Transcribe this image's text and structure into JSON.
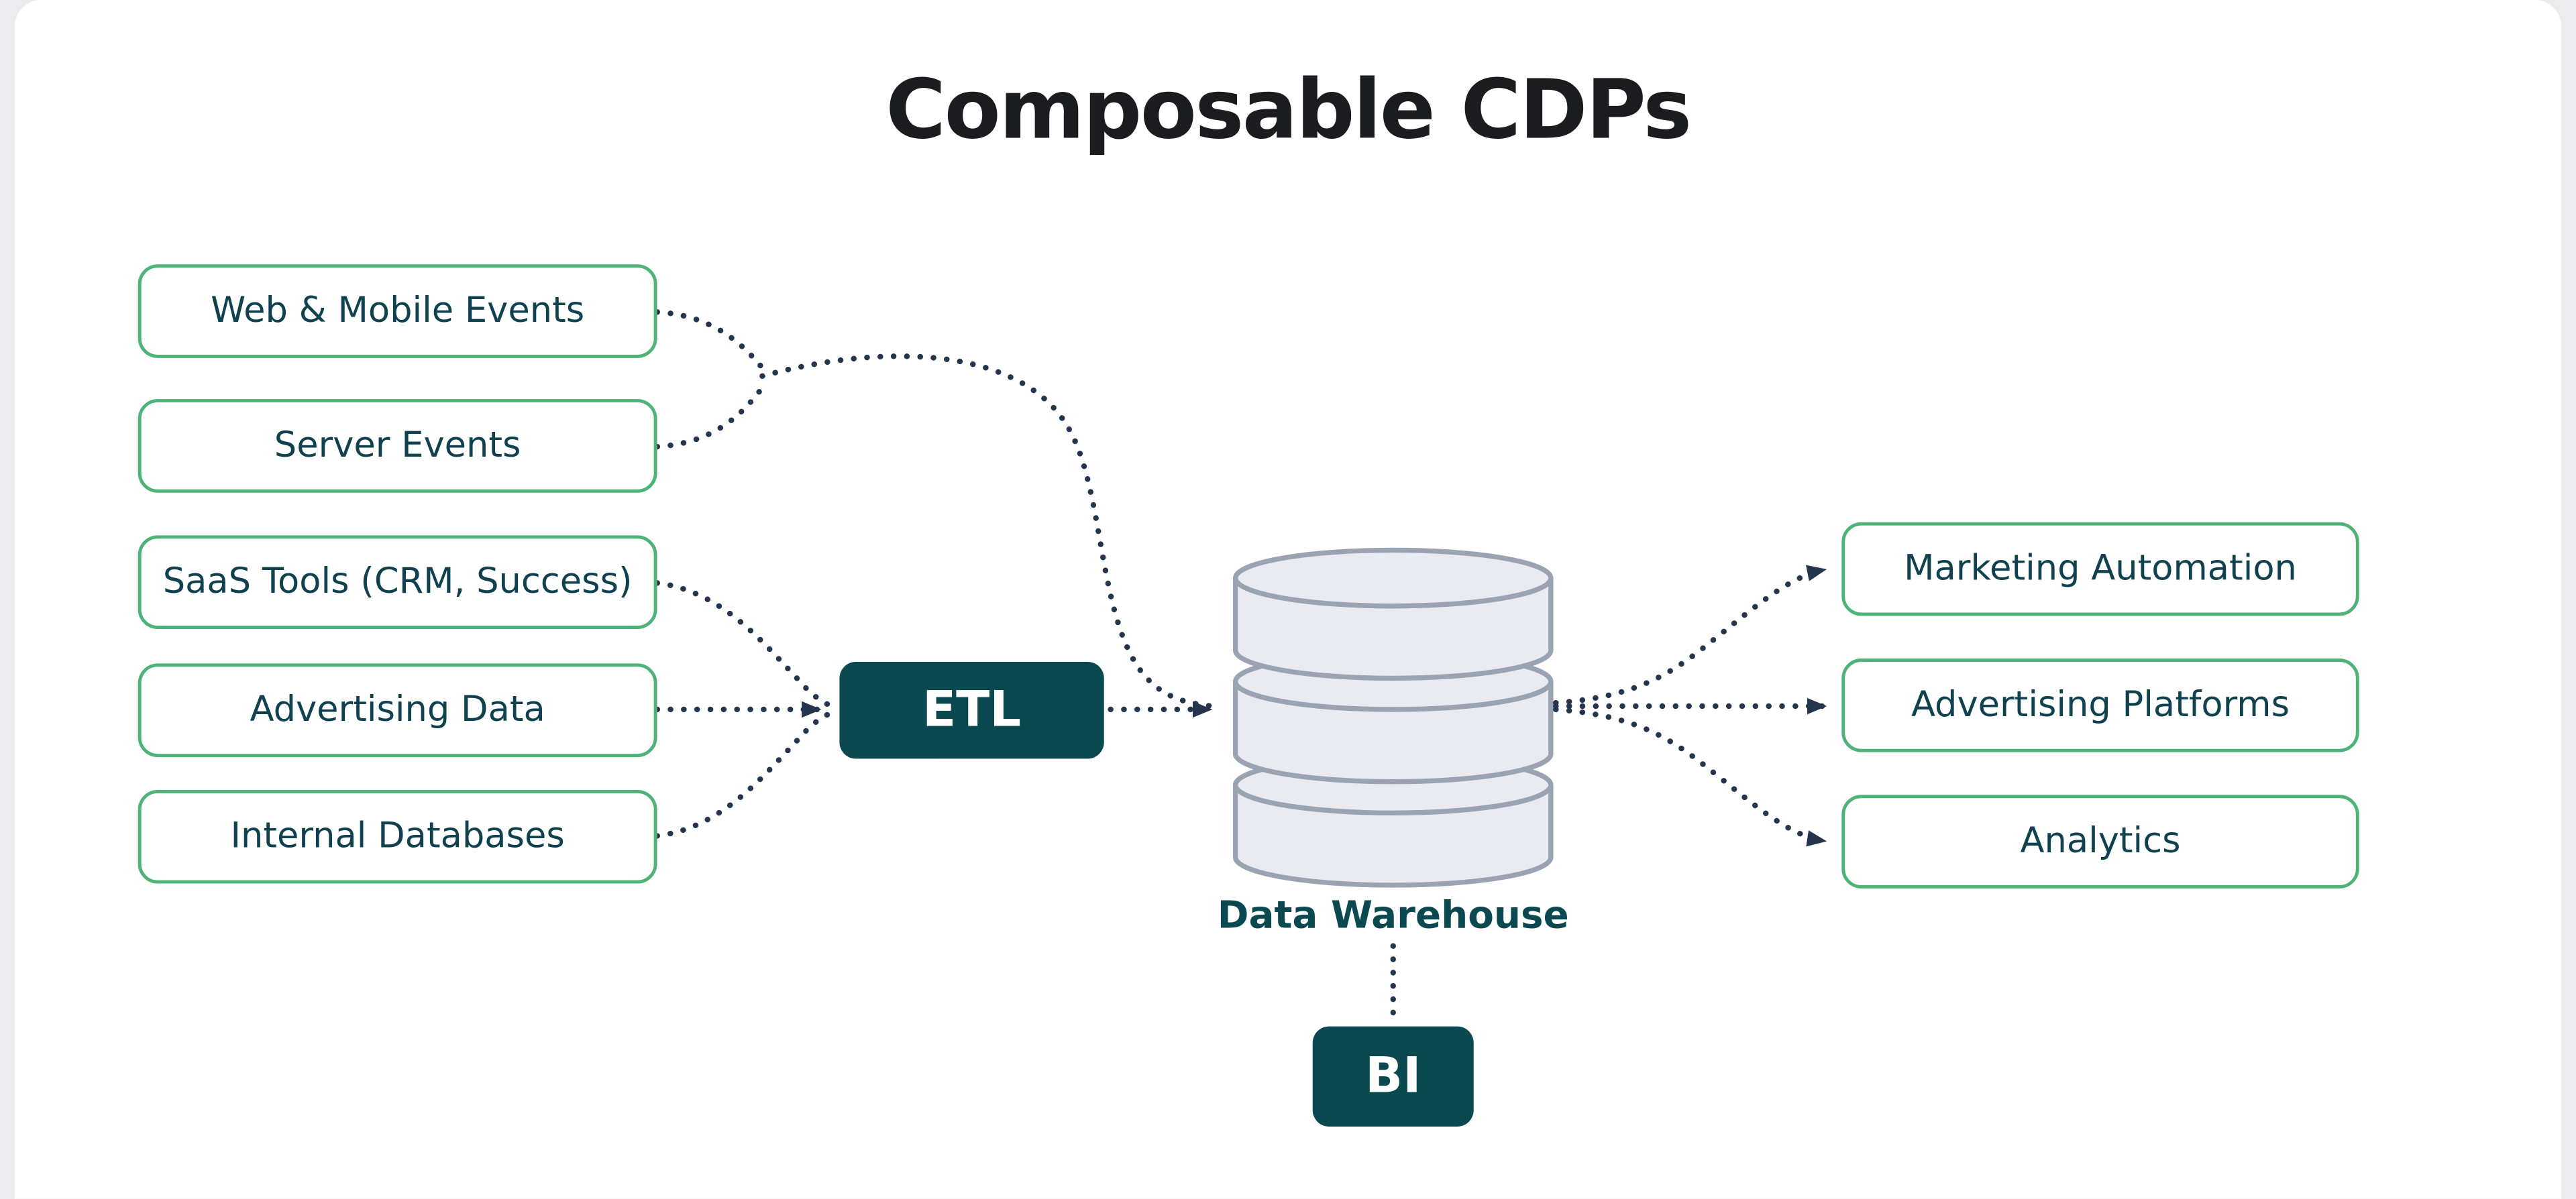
{
  "title": "Composable CDPs",
  "sources": [
    "Web & Mobile Events",
    "Server Events",
    "SaaS Tools (CRM, Success)",
    "Advertising Data",
    "Internal Databases"
  ],
  "etl_label": "ETL",
  "warehouse_label": "Data Warehouse",
  "bi_label": "BI",
  "destinations": [
    "Marketing Automation",
    "Advertising Platforms",
    "Analytics"
  ],
  "colors": {
    "background": "#ffffff",
    "title": "#1b1c20",
    "box-border": "#4db379",
    "box-text": "#10414f",
    "node-bg": "#0b4950",
    "node-text": "#ffffff",
    "line": "#25354d",
    "cyl-fill": "#e9ebf1",
    "cyl-stroke": "#9aa3b2"
  }
}
